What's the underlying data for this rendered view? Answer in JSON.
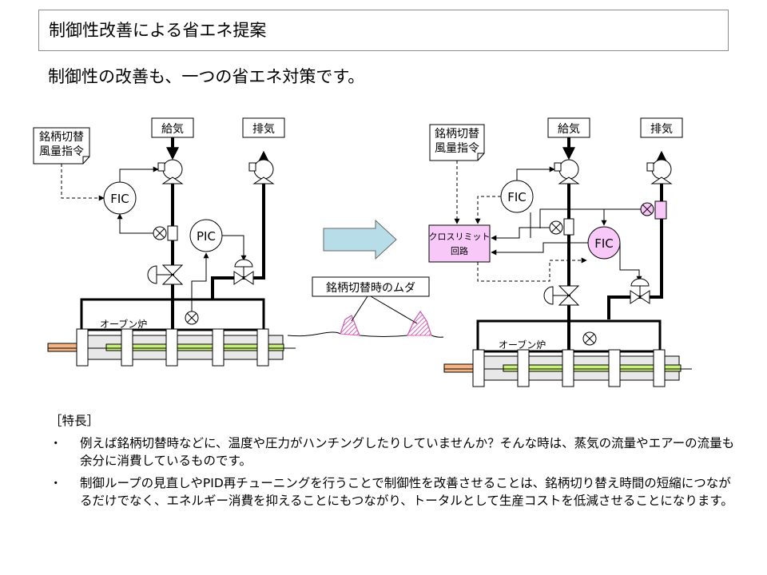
{
  "title": "制御性改善による省エネ提案",
  "subtitle": "制御性の改善も、一つの省エネ対策です。",
  "diagram": {
    "left": {
      "note_line1": "銘柄切替",
      "note_line2": "風量指令",
      "supply": "給気",
      "exhaust": "排気",
      "fic": "FIC",
      "pic": "PIC",
      "oven": "オーブン炉"
    },
    "right": {
      "note_line1": "銘柄切替",
      "note_line2": "風量指令",
      "supply": "給気",
      "exhaust": "排気",
      "fic_top": "FIC",
      "fic_mid": "FIC",
      "cross_limit_line1": "クロスリミット",
      "cross_limit_line2": "回路",
      "oven": "オーブン炉"
    },
    "waste_label": "銘柄切替時のムダ",
    "colors": {
      "arrow_fill": "#b7dde8",
      "pink_fill": "#f8c8f8",
      "green_bar": "#c8f07c",
      "orange_bar": "#f4b483",
      "oven_fill": "#e8e8e8",
      "hatch": "#e060c0"
    }
  },
  "features": {
    "heading": "［特長］",
    "items": [
      {
        "bullet": "・",
        "text": "例えば銘柄切替時などに、温度や圧力がハンチングしたりしていませんか？そんな時は、蒸気の流量やエアーの流量も余分に消費しているものです。"
      },
      {
        "bullet": "・",
        "text": "制御ループの見直しやPID再チューニングを行うことで制御性を改善させることは、銘柄切り替え時間の短縮につながるだけでなく、エネルギー消費を抑えることにもつながり、トータルとして生産コストを低減させることになります。"
      }
    ]
  }
}
